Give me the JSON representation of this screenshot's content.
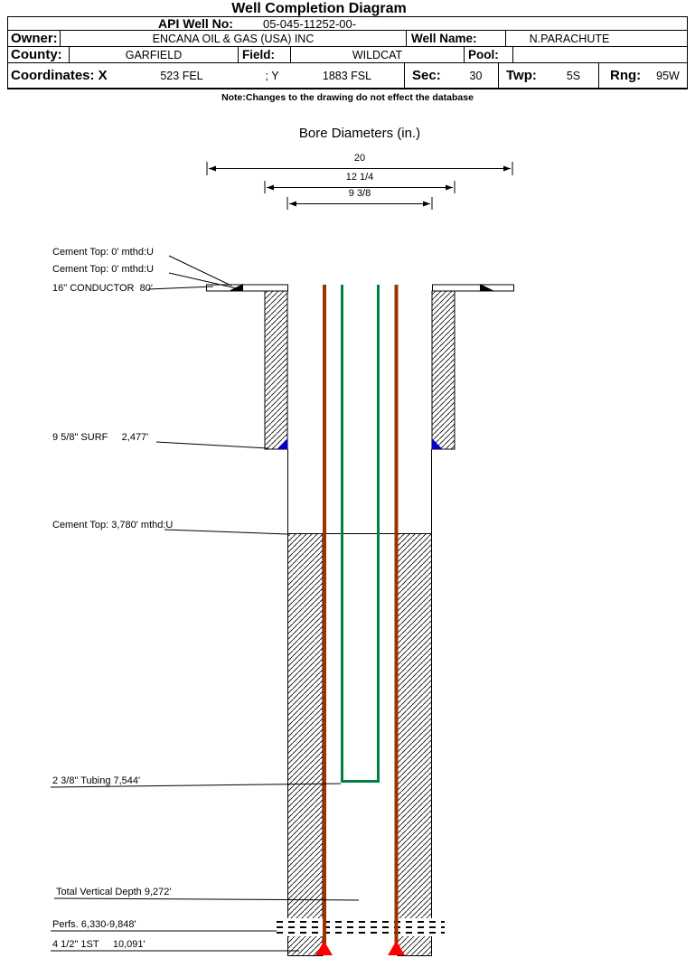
{
  "title": "Well Completion Diagram",
  "note": "Note:Changes to the drawing do not effect the database",
  "header": {
    "api": {
      "label": "API Well No:",
      "value": "05-045-11252-00-"
    },
    "owner": {
      "label": "Owner:",
      "value": "ENCANA OIL & GAS (USA) INC"
    },
    "well_name": {
      "label": "Well Name:",
      "value": "N.PARACHUTE"
    },
    "county": {
      "label": "County:",
      "value": "GARFIELD"
    },
    "field": {
      "label": "Field:",
      "value": "WILDCAT"
    },
    "pool": {
      "label": "Pool:",
      "value": ""
    },
    "coordinates": {
      "label": "Coordinates: X",
      "x_value": "523 FEL",
      "y_label": "; Y",
      "y_value": "1883 FSL"
    },
    "sec": {
      "label": "Sec:",
      "value": "30"
    },
    "twp": {
      "label": "Twp:",
      "value": "5S"
    },
    "rng": {
      "label": "Rng:",
      "value": "95W"
    }
  },
  "diagram": {
    "title": "Bore Diameters (in.)",
    "bore_diameters": [
      {
        "label": "20"
      },
      {
        "label": "12 1/4"
      },
      {
        "label": "9 3/8"
      }
    ],
    "annotations": {
      "cement_top_1": "Cement Top: 0' mthd:U",
      "cement_top_2": "Cement Top: 0' mthd:U",
      "conductor": "16\" CONDUCTOR  80'",
      "surface_casing": "9 5/8\" SURF     2,477'",
      "cement_top_3": "Cement Top: 3,780' mthd:U",
      "tubing": "2 3/8\" Tubing 7,544'",
      "total_vertical_depth": "Total Vertical Depth 9,272'",
      "perforations": "Perfs. 6,330-9,848'",
      "production_casing": "4 1/2\" 1ST     10,091'"
    },
    "colors": {
      "production_casing": "#993300",
      "tubing": "#008040",
      "casing_shoe_marker": "#FF0000",
      "surface_shoe_marker": "#0000CC"
    }
  }
}
